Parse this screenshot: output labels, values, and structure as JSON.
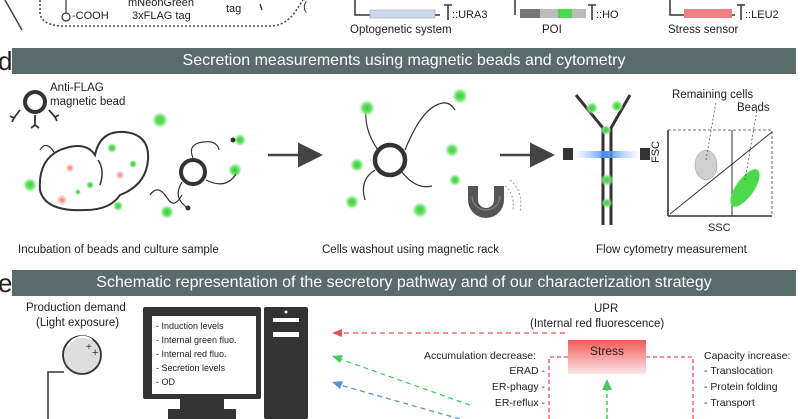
{
  "top_row": {
    "snippet_green": "mNeonGreen",
    "snippet_flag": "3xFLAG tag",
    "snippet_cooh": "-COOH",
    "snippet_tag": "tag",
    "marker_ura3": "::URA3",
    "marker_ho": "::HO",
    "marker_leu2": "::LEU2",
    "label_opto": "Optogenetic system",
    "label_poi": "POI",
    "label_stress": "Stress sensor"
  },
  "panel_d": {
    "letter": "d",
    "title": "Secretion measurements using magnetic beads and cytometry",
    "bead_label_1": "Anti-FLAG",
    "bead_label_2": "magnetic bead",
    "step1": "Incubation of beads and culture sample",
    "step2": "Cells washout using magnetic rack",
    "step3": "Flow cytometry measurement",
    "plot_remaining": "Remaining cells",
    "plot_beads": "Beads",
    "plot_fsc": "FSC",
    "plot_ssc": "SSC"
  },
  "panel_e": {
    "letter": "e",
    "title": "Schematic representation of the secretory pathway and of our characterization strategy",
    "production_1": "Production demand",
    "production_2": "(Light exposure)",
    "screen_items": [
      "- Induction levels",
      "- Internal green fluo.",
      "- Internal red fluo.",
      "- Secretion levels",
      "- OD"
    ],
    "upr_1": "UPR",
    "upr_2": "(Internal red fluorescence)",
    "stress": "Stress",
    "accumulation": "Accumulation decrease:",
    "acc_items": [
      "ERAD -",
      "ER-phagy -",
      "ER-reflux -"
    ],
    "capacity": "Capacity increase:",
    "cap_items": [
      "- Translocation",
      "- Protein folding",
      "- Transport"
    ]
  },
  "colors": {
    "banner": "#5a6b6e",
    "green": "#4cd94c",
    "red_sensor": "#f08080",
    "blue_opto": "#c9d8ee",
    "arrow_red": "#e05555",
    "arrow_green": "#44cc55",
    "arrow_blue": "#5b8fd6"
  }
}
